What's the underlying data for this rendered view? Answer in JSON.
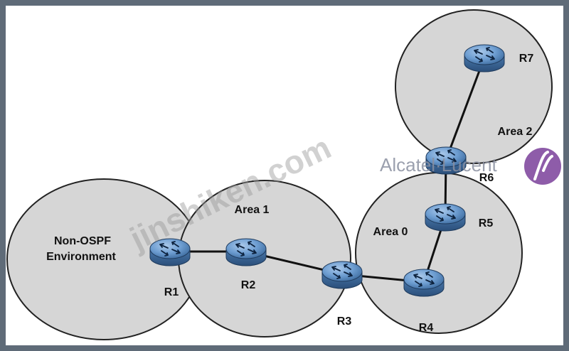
{
  "areas": [
    {
      "id": "non-ospf",
      "label_lines": [
        "Non-OSPF",
        "Environment"
      ]
    },
    {
      "id": "area1",
      "label_lines": [
        "Area 1"
      ]
    },
    {
      "id": "area0",
      "label_lines": [
        "Area 0"
      ]
    },
    {
      "id": "area2",
      "label_lines": [
        "Area 2"
      ]
    }
  ],
  "routers": [
    "R1",
    "R2",
    "R3",
    "R4",
    "R5",
    "R6",
    "R7"
  ],
  "links": [
    [
      "R1",
      "R2"
    ],
    [
      "R2",
      "R3"
    ],
    [
      "R3",
      "R4"
    ],
    [
      "R4",
      "R5"
    ],
    [
      "R5",
      "R6"
    ],
    [
      "R6",
      "R7"
    ]
  ],
  "watermark": "jinshiken.com",
  "brand": {
    "text": "Alcatel·Lucent",
    "logo_color": "#7a3f9a"
  },
  "colors": {
    "frame": "#5f6b78",
    "area_fill": "#d6d6d6",
    "area_stroke": "#222222",
    "router_fill": "#6d9dd1",
    "router_dark": "#3e6c9f",
    "link": "#111111"
  }
}
